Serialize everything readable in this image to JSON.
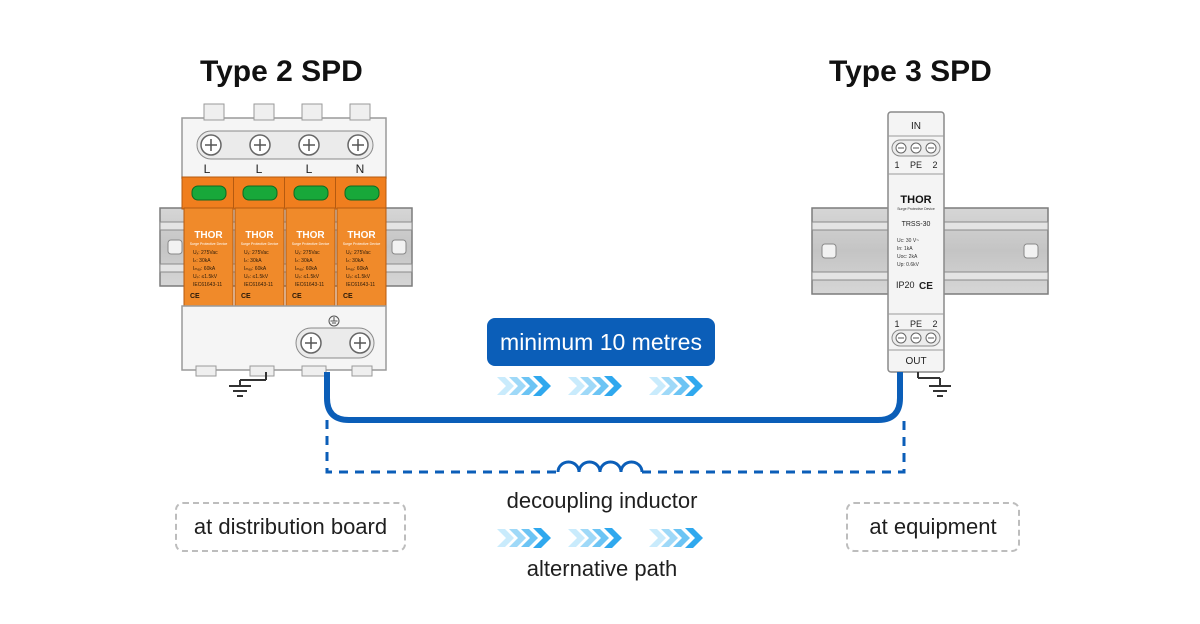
{
  "type2": {
    "title": "Type 2 SPD",
    "pole_labels": [
      "L",
      "L",
      "L",
      "N"
    ],
    "module": {
      "brand": "THOR",
      "tagline": "Surge Protective Device",
      "specs": [
        "Uₓ: 275Vac",
        "Iₙ: 30kA",
        "Iₘₐₓ: 60kA",
        "Uₚ: ≤1.5kV",
        "IEC61643-11"
      ],
      "ce": "CE"
    }
  },
  "type3": {
    "title": "Type 3 SPD",
    "top_label": "IN",
    "terminal_labels": [
      "1",
      "PE",
      "2"
    ],
    "brand": "THOR",
    "tagline": "Surge Protective Device",
    "model": "TRSS-30",
    "specs": [
      "Uc:  30 V~",
      "In:  1kA",
      "Uoc: 2kA",
      "Up:  0.6kV"
    ],
    "ip": "IP20",
    "ce": "CE",
    "bottom_label": "OUT"
  },
  "distance_label": "minimum 10 metres",
  "inductor_label": "decoupling inductor",
  "alt_path_label": "alternative path",
  "left_location": "at distribution board",
  "right_location": "at equipment",
  "colors": {
    "line_blue": "#0b5eb8",
    "arrow_blue": "#3fb0f0",
    "orange": "#f07e1e",
    "green": "#18a83a"
  }
}
